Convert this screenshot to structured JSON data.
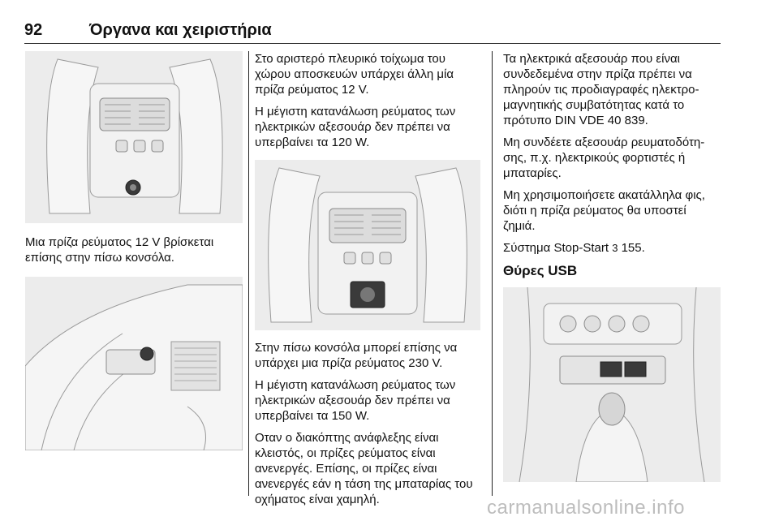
{
  "header": {
    "page_number": "92",
    "chapter_title": "Όργανα και χειριστήρια"
  },
  "col1": {
    "paragraphs": [
      "Μια πρίζα ρεύματος 12 V βρίσκεται επίσης στην πίσω κονσόλα."
    ]
  },
  "col2": {
    "paragraphs_top": [
      "Στο αριστερό πλευρικό τοίχωμα του χώρου αποσκευών υπάρχει άλλη μία πρίζα ρεύματος 12 V.",
      "Η μέγιστη κατανάλωση ρεύματος των ηλεκτρικών αξεσουάρ δεν πρέπει να υπερβαίνει τα 120 W."
    ],
    "paragraphs_bottom": [
      "Στην πίσω κονσόλα μπορεί επίσης να υπάρχει μια πρίζα ρεύματος 230 V.",
      "Η μέγιστη κατανάλωση ρεύματος των ηλεκτρικών αξεσουάρ δεν πρέπει να υπερβαίνει τα 150 W.",
      "Οταν ο διακόπτης ανάφλεξης είναι κλειστός, οι πρίζες ρεύματος είναι ανενεργές. Επίσης, οι πρίζες είναι ανενεργές εάν η τάση της μπαταρίας του οχήματος είναι χαμηλή."
    ]
  },
  "col3": {
    "paragraphs": [
      "Τα ηλεκτρικά αξεσουάρ που είναι συνδεδεμένα στην πρίζα πρέπει να πληρούν τις προδιαγραφές ηλεκτρο- μαγνητικής συμβατότητας κατά το πρότυπο DIN VDE 40 839.",
      "Μη συνδέετε αξεσουάρ ρευματοδότη- σης, π.χ. ηλεκτρικούς φορτιστές ή μπαταρίες.",
      "Μη χρησιμοποιήσετε ακατάλληλα φις, διότι η πρίζα ρεύματος θα υποστεί ζημιά."
    ],
    "ref_text": "Σύστημα Stop-Start",
    "ref_symbol": "3",
    "ref_page": "155.",
    "heading": "Θύρες USB"
  },
  "watermark": "carmanualsonline.info",
  "colors": {
    "figure_bg": "#ededed",
    "line_art": "#9a9a9a",
    "rule": "#222222"
  }
}
